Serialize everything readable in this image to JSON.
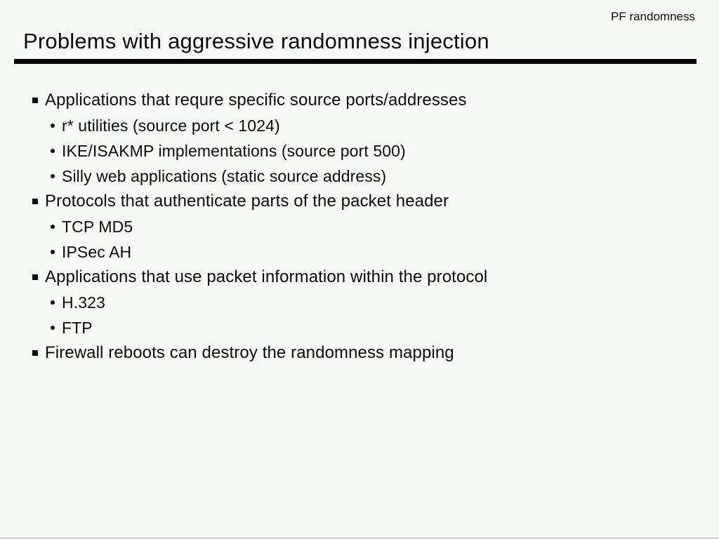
{
  "slide": {
    "corner_label": "PF randomness",
    "title": "Problems with aggressive randomness injection"
  },
  "bullets": [
    {
      "level": 1,
      "text": "Applications that requre specific source ports/addresses"
    },
    {
      "level": 2,
      "text": "r* utilities (source port < 1024)"
    },
    {
      "level": 2,
      "text": "IKE/ISAKMP implementations (source port 500)"
    },
    {
      "level": 2,
      "text": "Silly web applications (static source address)"
    },
    {
      "level": 1,
      "text": "Protocols that authenticate parts of the packet header"
    },
    {
      "level": 2,
      "text": "TCP MD5"
    },
    {
      "level": 2,
      "text": "IPSec AH"
    },
    {
      "level": 1,
      "text": "Applications that use packet information within the protocol"
    },
    {
      "level": 2,
      "text": "H.323"
    },
    {
      "level": 2,
      "text": "FTP"
    },
    {
      "level": 1,
      "text": "Firewall reboots can destroy the randomness mapping"
    }
  ],
  "colors": {
    "background": "#f6faf6",
    "text": "#0b0b0b",
    "rule": "#000000"
  }
}
